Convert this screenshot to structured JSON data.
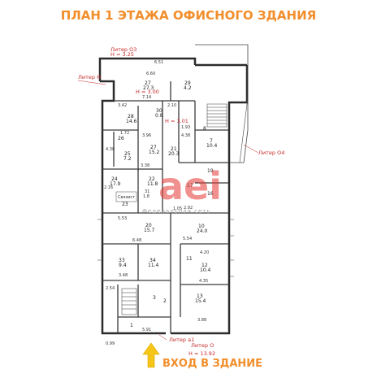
{
  "title": "ПЛАН 1 ЭТАЖА ОФИСНОГО ЗДАНИЯ",
  "entrance": "ВХОД В ЗДАНИЕ",
  "colors": {
    "accent": "#f28e2b",
    "litera": "#c62828",
    "watermark": "#e53935",
    "wall": "#2b2b2b"
  },
  "litera": {
    "o3": "Литер О3",
    "o3_h": "Н = 3.25",
    "n": "Литер Н",
    "o4": "Литер О4",
    "o": "Литер О",
    "o_h": "Н = 13.92",
    "a1": "Литер а1"
  },
  "heights": {
    "h300": "Н = 3.00",
    "h301": "Н = 3.01"
  },
  "rooms": {
    "r27": {
      "num": "27",
      "area": "27.3"
    },
    "r28": {
      "num": "28",
      "area": "14.6"
    },
    "r29": {
      "num": "29",
      "area": "4.2"
    },
    "r30": {
      "num": "30",
      "area": "0.8"
    },
    "r31": {
      "num": "31",
      "area": "1.8"
    },
    "r26": {
      "num": "26",
      "area": ""
    },
    "r27b": {
      "num": "27",
      "area": "15.2"
    },
    "r25": {
      "num": "25",
      "area": "7.2"
    },
    "r24": {
      "num": "24",
      "area": "17.9"
    },
    "r21": {
      "num": "21",
      "area": "20.3"
    },
    "r7": {
      "num": "7",
      "area": "10.4"
    },
    "r8": {
      "num": "8",
      "area": ""
    },
    "r22": {
      "num": "22",
      "area": "11.8"
    },
    "r23": {
      "num": "23",
      "area": ""
    },
    "r17": {
      "num": "17",
      "area": ""
    },
    "r19": {
      "num": "19",
      "area": ""
    },
    "r16": {
      "num": "16",
      "area": ""
    },
    "r10": {
      "num": "10",
      "area": "24.0"
    },
    "r20": {
      "num": "20",
      "area": "15.7"
    },
    "r11": {
      "num": "11",
      "area": ""
    },
    "r12": {
      "num": "12",
      "area": "10.4"
    },
    "r13": {
      "num": "13",
      "area": "15.4"
    },
    "r33": {
      "num": "33",
      "area": "9.4"
    },
    "r34": {
      "num": "34",
      "area": "11.4"
    },
    "r3": {
      "num": "3",
      "area": ""
    },
    "r2": {
      "num": "2",
      "area": ""
    },
    "r1": {
      "num": "1",
      "area": ""
    }
  },
  "dims": {
    "d1": "6.51",
    "d2": "6.60",
    "d3": "7.14",
    "d4": "3.42",
    "d5": "4.38",
    "d6": "2.10",
    "d7": "1.72",
    "d8": "3.96",
    "d9": "3.38",
    "d10": "4.38",
    "d11": "1.93",
    "d12": "5.53",
    "d13": "6.48",
    "d14": "1.05",
    "d15": "2.92",
    "d16": "4.20",
    "d17": "3.48",
    "d18": "4.35",
    "d19": "5.91",
    "d20": "0.99",
    "d21": "5.54",
    "d22": "2.16",
    "d23": "3.88",
    "d24": "2.54"
  },
  "watermark": {
    "main": "aei",
    "sub": "Федеральная сеть"
  },
  "doors": {
    "svyazist": "Связист"
  }
}
